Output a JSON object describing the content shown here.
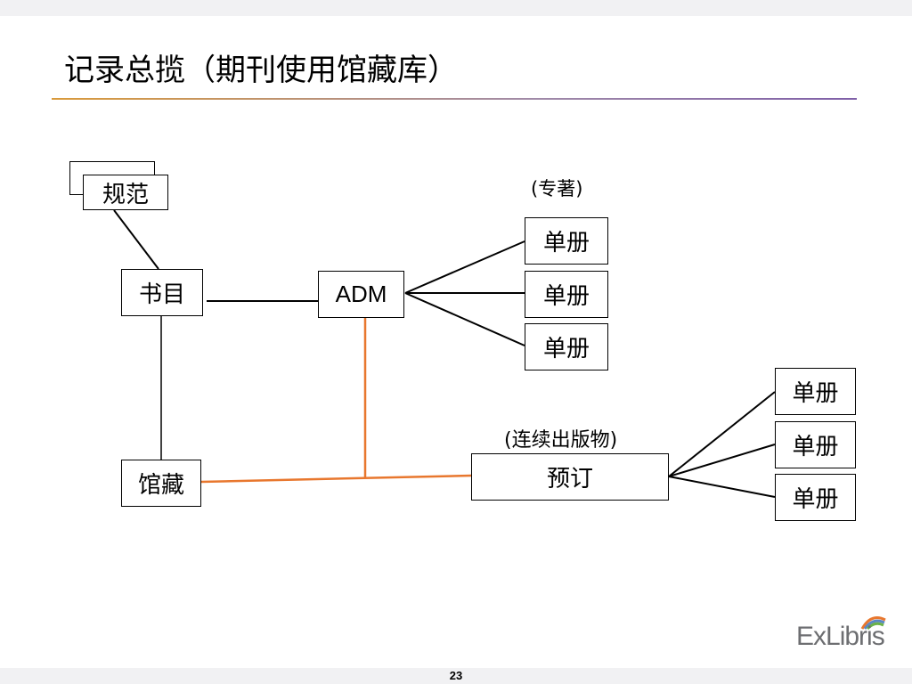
{
  "slide": {
    "title": "记录总揽（期刊使用馆藏库）",
    "page_number": "23"
  },
  "diagram": {
    "authority": "规范",
    "bib": "书目",
    "adm": "ADM",
    "holdings": "馆藏",
    "monograph_label": "(专著)",
    "serial_label": "(连续出版物)",
    "order": "预订",
    "mono_items": [
      "单册",
      "单册",
      "单册"
    ],
    "serial_items": [
      "单册",
      "单册",
      "单册"
    ]
  },
  "colors": {
    "line": "#000000",
    "orange_line": "#e8772e",
    "title_rule_start": "#d99a3b",
    "title_rule_end": "#7f5fa8",
    "bar": "#f1f1f3",
    "logo_text": "#6d6e71"
  },
  "logo": {
    "text": "ExLibris",
    "icon": "exlibris-arc-logo"
  }
}
